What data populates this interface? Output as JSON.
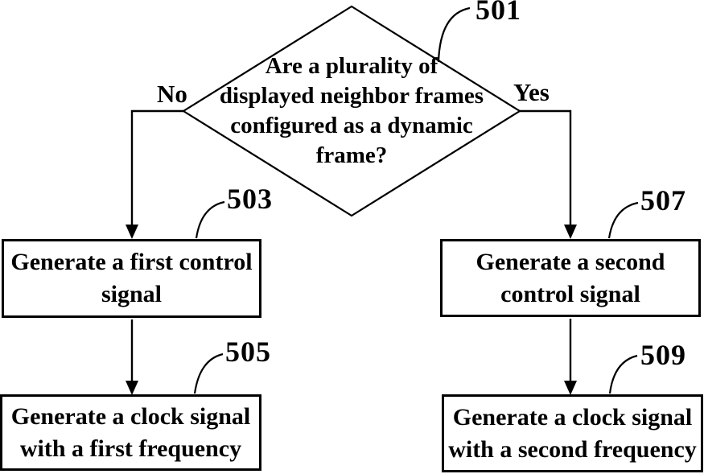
{
  "flowchart": {
    "decision_501": {
      "ref": "501",
      "text_line1": "Are a plurality of",
      "text_line2": "displayed neighbor frames",
      "text_line3": "configured as a dynamic",
      "text_line4": "frame?"
    },
    "label_no": "No",
    "label_yes": "Yes",
    "box_503": {
      "ref": "503",
      "text_line1": "Generate a first control",
      "text_line2": "signal"
    },
    "box_505": {
      "ref": "505",
      "text_line1": "Generate a clock signal",
      "text_line2": "with a first frequency"
    },
    "box_507": {
      "ref": "507",
      "text_line1": "Generate a second",
      "text_line2": "control signal"
    },
    "box_509": {
      "ref": "509",
      "text_line1": "Generate a clock signal",
      "text_line2": "with a second frequency"
    },
    "colors": {
      "ink": "#000000",
      "paper": "#ffffff"
    }
  }
}
